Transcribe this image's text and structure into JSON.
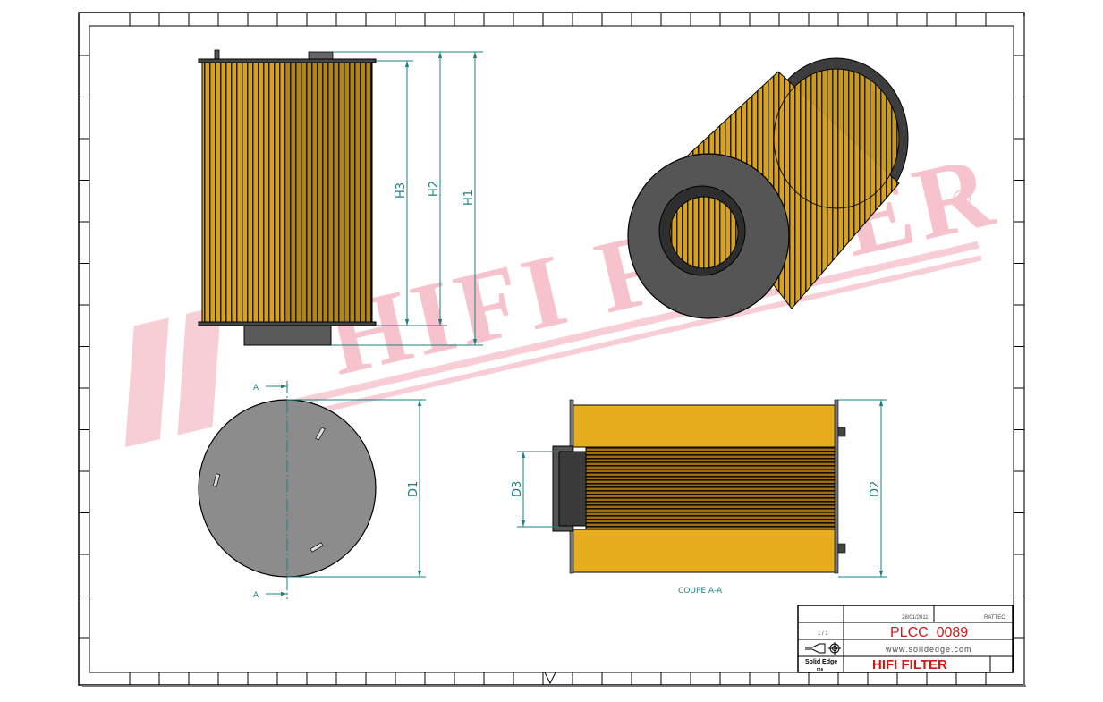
{
  "drawing": {
    "section_label": "COUPE A-A",
    "cut_marker": "A",
    "dimensions": {
      "h1": "H1",
      "h2": "H2",
      "h3": "H3",
      "d1": "D1",
      "d2": "D2",
      "d3": "D3"
    },
    "watermark": "HIFI FILTER",
    "registered_mark": "®"
  },
  "title_block": {
    "date": "28/01/2011",
    "drawn_by": "RATTEO",
    "sheet": "1 / 1",
    "title": "PLCC_0089",
    "website": "www.solidedge.com",
    "software": "Solid Edge",
    "software_sub": "ms",
    "company": "HIFI FILTER"
  },
  "colors": {
    "filter_yellow": "#e3ad1e",
    "cap_gray": "#555555",
    "dimension_teal": "#1b7f7f",
    "watermark_pink": "#f7c6cf",
    "title_red": "#d01818"
  }
}
